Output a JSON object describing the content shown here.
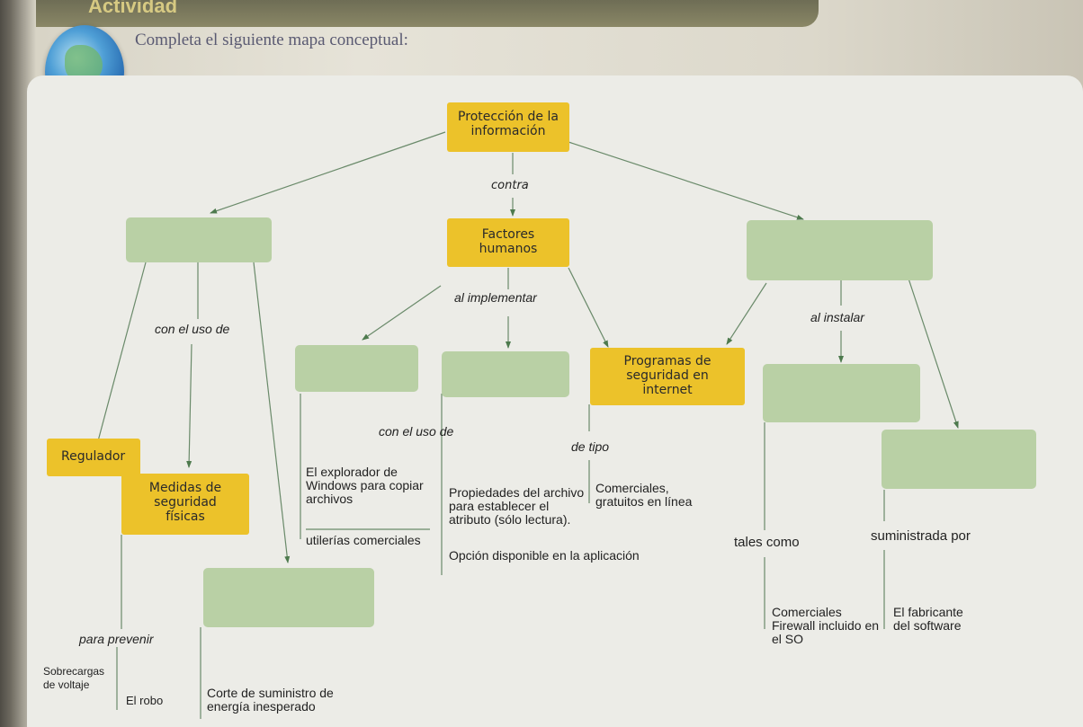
{
  "header": {
    "title": "Actividad",
    "instruction": "Completa el siguiente mapa conceptual:"
  },
  "concepts": {
    "root": "Protección de la información",
    "factores": "Factores humanos",
    "programas": "Programas de seguridad en internet",
    "regulador": "Regulador",
    "medidas": "Medidas de seguridad físicas"
  },
  "links": {
    "contra": "contra",
    "al_implementar": "al implementar",
    "con_el_uso_de_left": "con el uso de",
    "con_el_uso_de_mid": "con el uso de",
    "de_tipo": "de tipo",
    "al_instalar": "al instalar",
    "tales_como": "tales como",
    "suministrada_por": "suministrada por",
    "para_prevenir": "para prevenir"
  },
  "notes": {
    "explorador": "El explorador de Windows para copiar archivos",
    "utilerias": "utilerías comerciales",
    "propiedades": "Propiedades del archivo para establecer el atributo (sólo lectura).",
    "opcion": "Opción disponible en la aplicación",
    "comerciales_gratuitos": "Comerciales, gratuitos en línea",
    "comerciales_firewall": "Comerciales Firewall incluido en el SO",
    "fabricante": "El fabricante del software",
    "sobrecargas": "Sobrecargas de voltaje",
    "robo": "El robo",
    "corte": "Corte de suministro de energía inesperado"
  },
  "colors": {
    "concept": "#ecc22a",
    "blank": "#b9d0a5",
    "arrow": "#4d7a4d"
  }
}
